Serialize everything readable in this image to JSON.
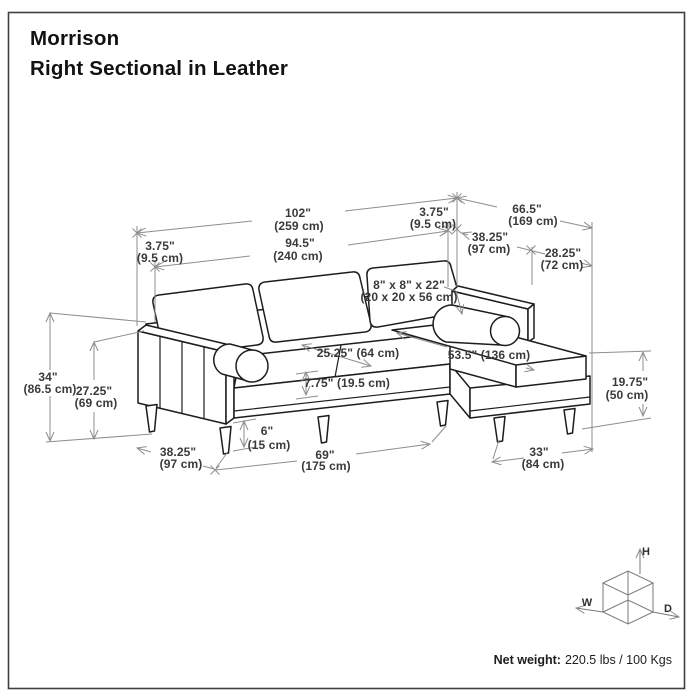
{
  "header": {
    "title_line1": "Morrison",
    "title_line2": "Right Sectional in Leather"
  },
  "dimensions": {
    "overall_width": {
      "in": "102\"",
      "cm": "(259 cm)"
    },
    "inner_width": {
      "in": "94.5\"",
      "cm": "(240 cm)"
    },
    "left_arm_thickness": {
      "in": "3.75\"",
      "cm": "(9.5 cm)"
    },
    "right_arm_thickness": {
      "in": "3.75\"",
      "cm": "(9.5 cm)"
    },
    "overall_depth": {
      "in": "66.5\"",
      "cm": "(169 cm)"
    },
    "sofa_depth": {
      "in": "38.25\"",
      "cm": "(97 cm)"
    },
    "chaise_extension_depth": {
      "in": "28.25\"",
      "cm": "(72 cm)"
    },
    "overall_height": {
      "in": "34\"",
      "cm": "(86.5 cm)"
    },
    "arm_height": {
      "in": "27.25\"",
      "cm": "(69 cm)"
    },
    "bolster_pillow": {
      "in": "8\" x 8\" x 22\"",
      "cm": "(20 x 20 x 56 cm)"
    },
    "seat_depth": {
      "label": "25.25\" (64 cm)"
    },
    "chaise_seat_length": {
      "label": "53.5\" (136 cm)"
    },
    "seat_rail_height": {
      "label": "7.75\" (19.5 cm)"
    },
    "leg_height": {
      "in": "6\"",
      "cm": "(15 cm)"
    },
    "base_depth": {
      "in": "38.25\"",
      "cm": "(97 cm)"
    },
    "seat_width_bottom": {
      "in": "69\"",
      "cm": "(175 cm)"
    },
    "chaise_width_bottom": {
      "in": "33\"",
      "cm": "(84 cm)"
    },
    "chaise_height": {
      "in": "19.75\"",
      "cm": "(50 cm)"
    }
  },
  "axis_cube": {
    "height": "H",
    "width": "W",
    "depth": "D"
  },
  "footer": {
    "net_weight_label": "Net weight:",
    "net_weight_value": "220.5 lbs / 100 Kgs"
  },
  "colors": {
    "outline": "#1d1d1d",
    "dimension_lines": "#8e8e8e",
    "text": "#3a3a3a",
    "border": "#3f3f3f"
  }
}
